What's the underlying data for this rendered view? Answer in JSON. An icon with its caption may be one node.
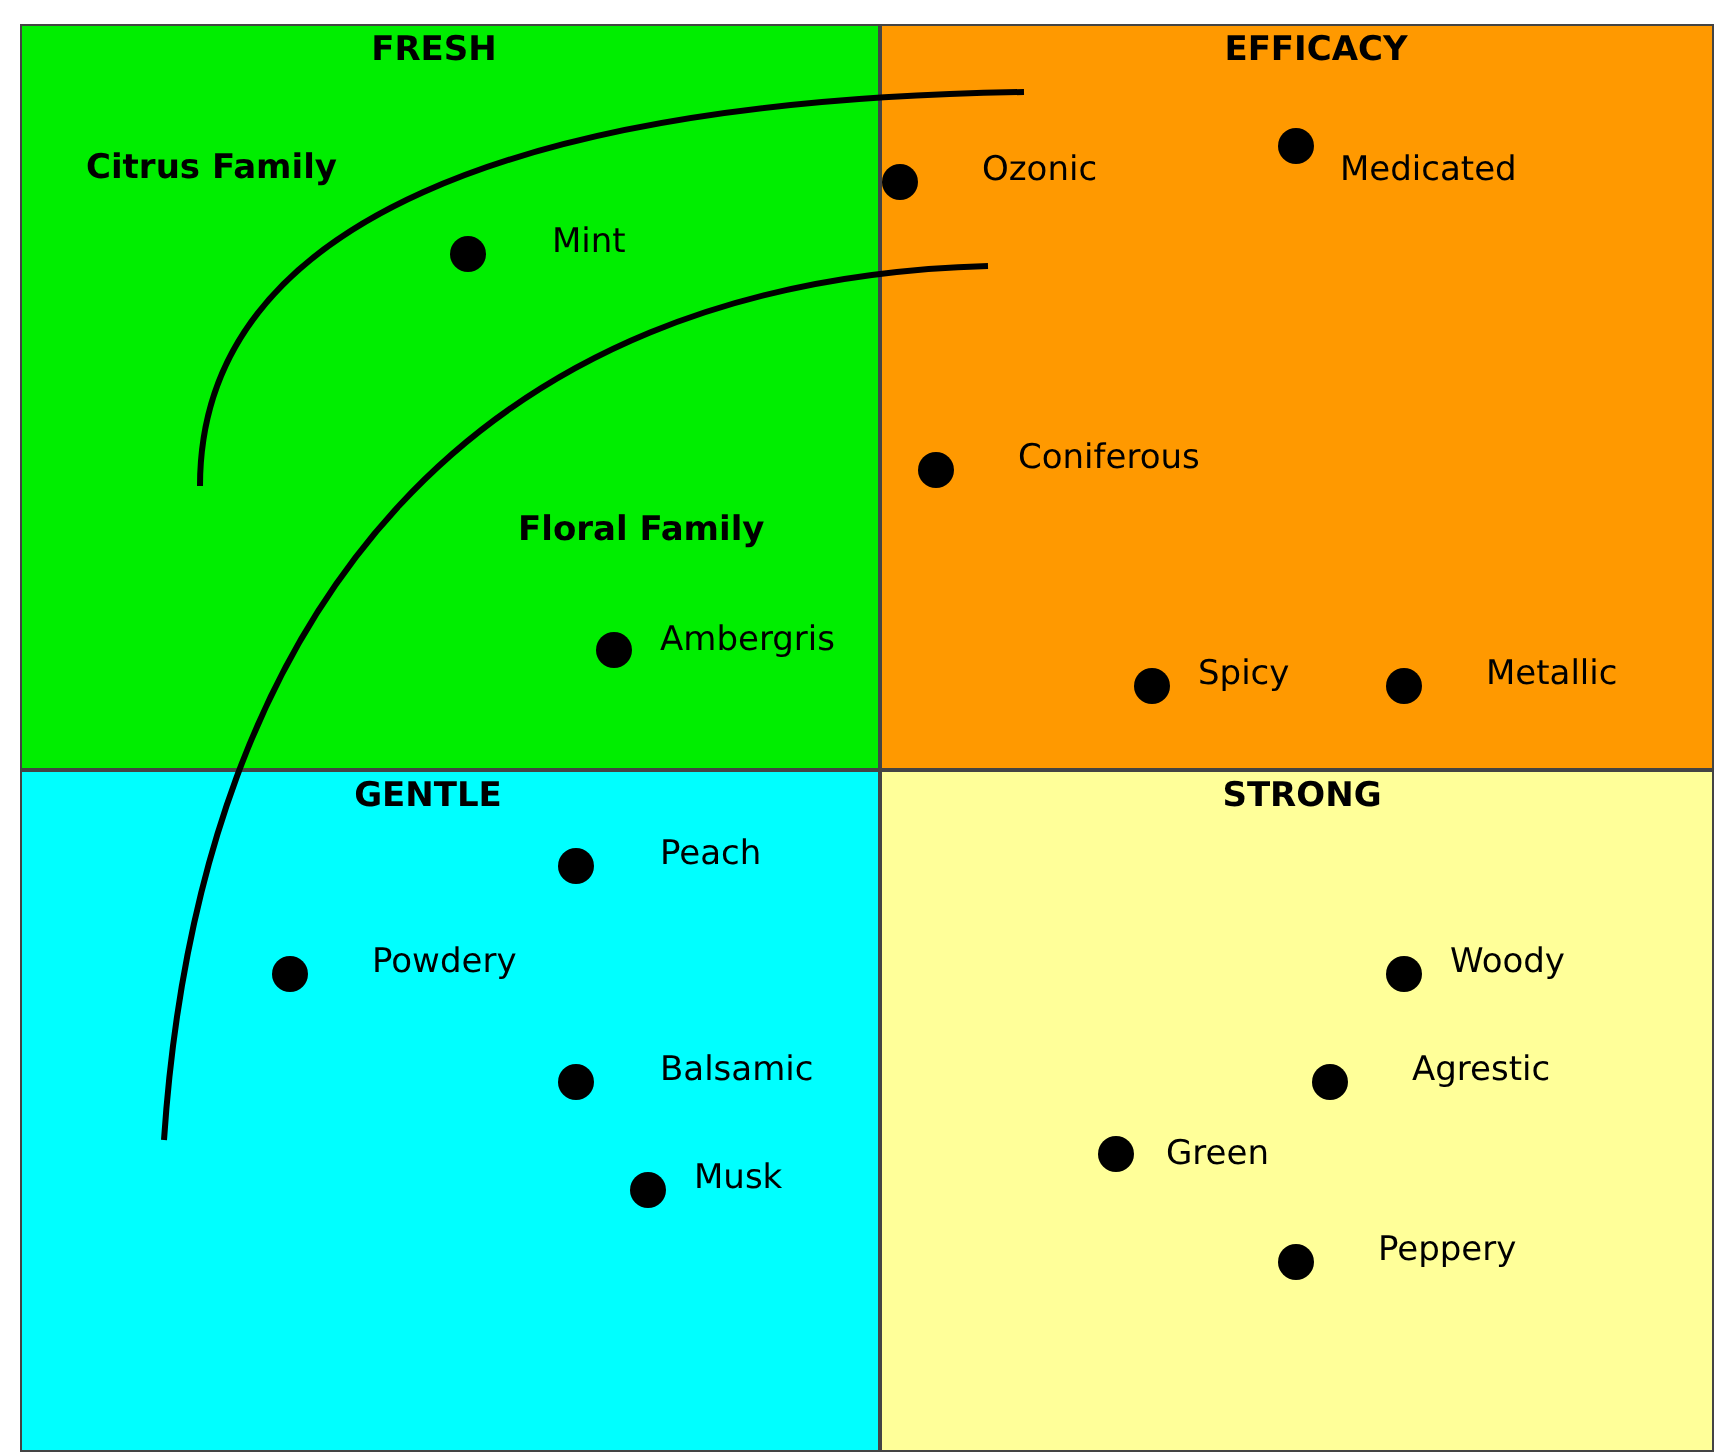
{
  "diagram": {
    "nodes": [
      {
        "text": [
          "FRESH"
        ]
      },
      {
        "text": [
          "EFFICACY"
        ]
      },
      {
        "text": [
          "GENTLE"
        ]
      },
      {
        "text": [
          "STRONG"
        ]
      },
      {
        "text": [],
        "shape": "circle",
        "beside": [
          "Mint"
        ],
        "in": 0
      },
      {
        "text": [],
        "shape": "circle",
        "beside": [
          "Ambergris"
        ],
        "in": 0
      },
      {
        "text": [],
        "shape": "circle",
        "beside": [
          "Ozonic"
        ],
        "in": 1
      },
      {
        "text": [],
        "shape": "circle",
        "beside": [
          "Medicated"
        ],
        "in": 1
      },
      {
        "text": [],
        "shape": "circle",
        "beside": [
          "Coniferous"
        ],
        "in": 1
      },
      {
        "text": [],
        "shape": "circle",
        "beside": [
          "Spicy"
        ],
        "in": 1
      },
      {
        "text": [],
        "shape": "circle",
        "beside": [
          "Metallic"
        ],
        "in": 1
      },
      {
        "text": [],
        "shape": "circle",
        "beside": [
          "Peach"
        ],
        "in": 2
      },
      {
        "text": [],
        "shape": "circle",
        "beside": [
          "Powdery"
        ],
        "in": 2
      },
      {
        "text": [],
        "shape": "circle",
        "beside": [
          "Balsamic"
        ],
        "in": 2
      },
      {
        "text": [],
        "shape": "circle",
        "beside": [
          "Musk"
        ],
        "in": 2
      },
      {
        "text": [],
        "shape": "circle",
        "beside": [
          "Woody"
        ],
        "in": 3
      },
      {
        "text": [],
        "shape": "circle",
        "beside": [
          "Agrestic"
        ],
        "in": 3
      },
      {
        "text": [],
        "shape": "circle",
        "beside": [
          "Green"
        ],
        "in": 3
      },
      {
        "text": [],
        "shape": "circle",
        "beside": [
          "Peppery"
        ],
        "in": 3
      }
    ],
    "labels": [
      "Citrus Family",
      "Floral Family"
    ]
  }
}
